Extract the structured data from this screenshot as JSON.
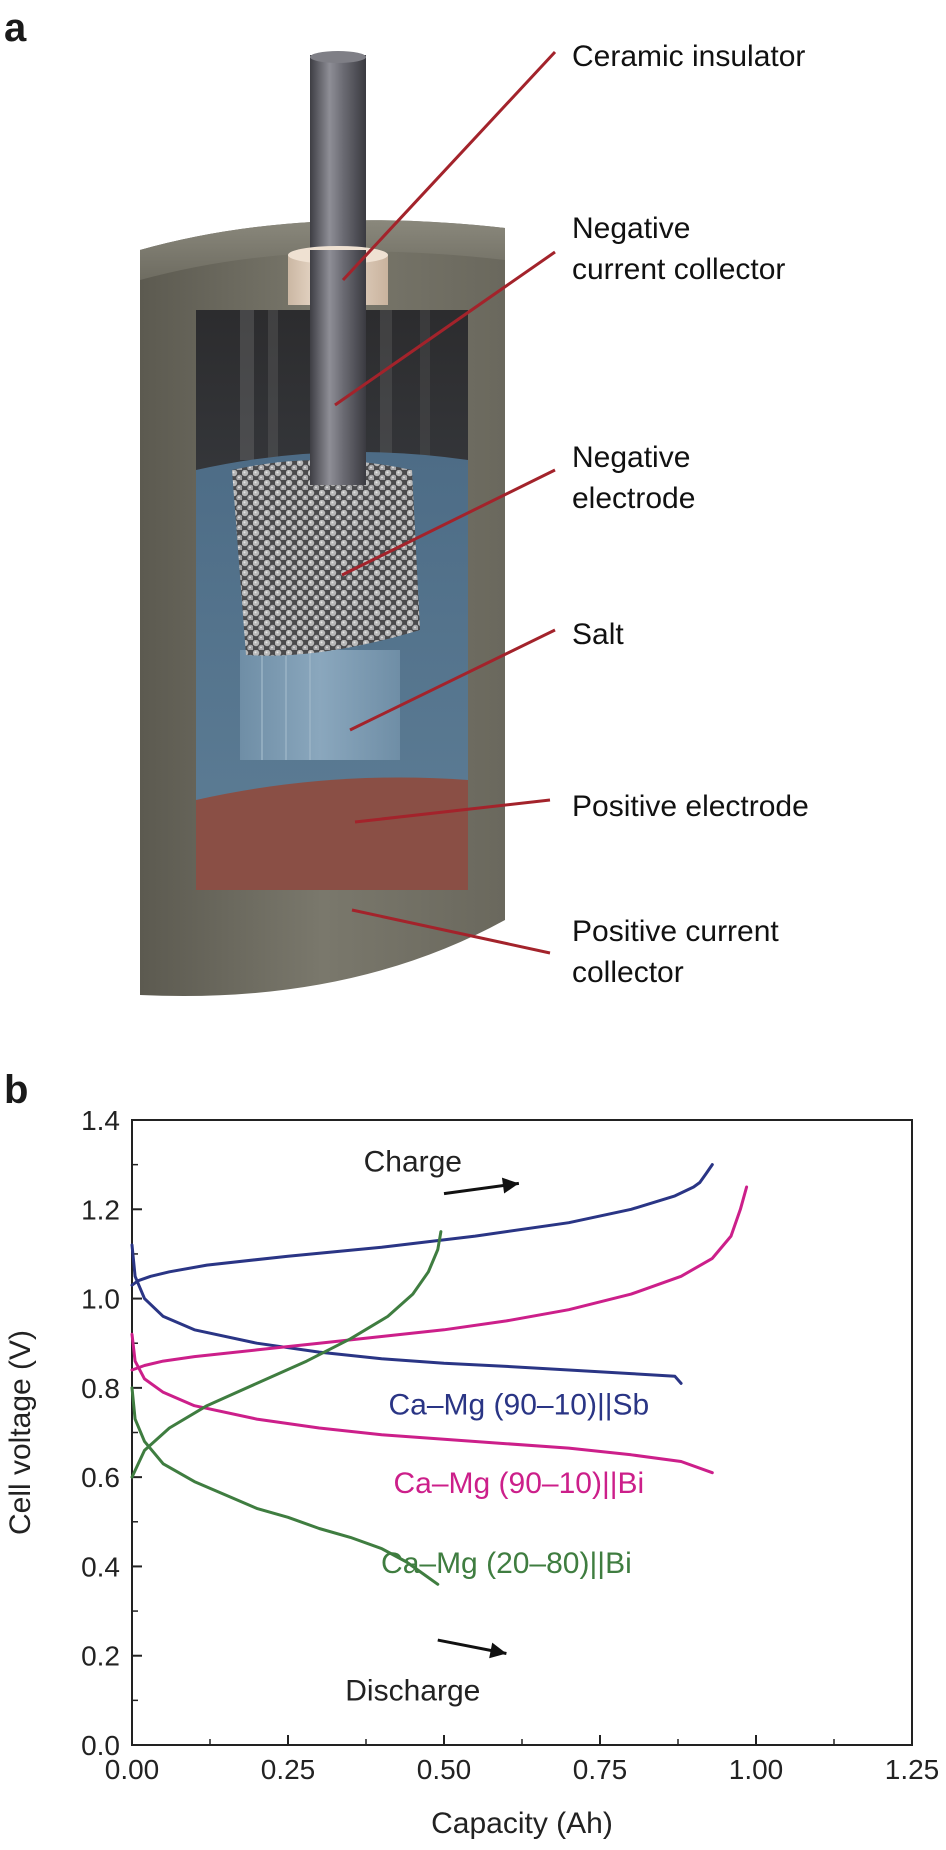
{
  "panel_a": {
    "letter": "a",
    "labels": [
      {
        "id": "ceramic-insulator",
        "lines": [
          "Ceramic insulator"
        ]
      },
      {
        "id": "negative-current-collector",
        "lines": [
          "Negative",
          "current collector"
        ]
      },
      {
        "id": "negative-electrode",
        "lines": [
          "Negative",
          "electrode"
        ]
      },
      {
        "id": "salt",
        "lines": [
          "Salt"
        ]
      },
      {
        "id": "positive-electrode",
        "lines": [
          "Positive electrode"
        ]
      },
      {
        "id": "positive-current-collector",
        "lines": [
          "Positive current",
          "collector"
        ]
      }
    ],
    "colors": {
      "leader": "#a3232b",
      "shell": "#6d6b60",
      "electrolyte": "#5b7c96",
      "positive": "#8a4f45",
      "rod": "#5a5a5f",
      "insulator": "#e6d4c2"
    }
  },
  "panel_b": {
    "letter": "b",
    "chart_data": {
      "type": "line",
      "xlabel": "Capacity (Ah)",
      "ylabel": "Cell voltage (V)",
      "xlim": [
        0,
        1.25
      ],
      "ylim": [
        0,
        1.4
      ],
      "xticks": [
        "0.00",
        "0.25",
        "0.50",
        "0.75",
        "1.00",
        "1.25"
      ],
      "yticks": [
        "0.0",
        "0.2",
        "0.4",
        "0.6",
        "0.8",
        "1.0",
        "1.2",
        "1.4"
      ],
      "grid": false,
      "series": [
        {
          "name": "Ca–Mg (90–10)||Sb",
          "color": "#2a3585",
          "mode": "charge",
          "x": [
            0,
            0.01,
            0.03,
            0.06,
            0.12,
            0.25,
            0.4,
            0.55,
            0.7,
            0.8,
            0.87,
            0.9,
            0.91,
            0.92,
            0.93
          ],
          "y": [
            1.03,
            1.04,
            1.05,
            1.06,
            1.075,
            1.095,
            1.115,
            1.14,
            1.17,
            1.2,
            1.23,
            1.25,
            1.26,
            1.28,
            1.3
          ]
        },
        {
          "name": "Ca–Mg (90–10)||Sb",
          "color": "#2a3585",
          "mode": "discharge",
          "x": [
            0,
            0.005,
            0.02,
            0.05,
            0.1,
            0.2,
            0.3,
            0.4,
            0.5,
            0.6,
            0.7,
            0.8,
            0.87,
            0.88
          ],
          "y": [
            1.12,
            1.05,
            1.0,
            0.96,
            0.93,
            0.9,
            0.88,
            0.865,
            0.855,
            0.848,
            0.84,
            0.832,
            0.826,
            0.81
          ]
        },
        {
          "name": "Ca–Mg (90–10)||Bi",
          "color": "#cc1f8a",
          "mode": "charge",
          "x": [
            0,
            0.02,
            0.05,
            0.1,
            0.2,
            0.3,
            0.4,
            0.5,
            0.6,
            0.7,
            0.8,
            0.88,
            0.93,
            0.96,
            0.975,
            0.985
          ],
          "y": [
            0.84,
            0.85,
            0.86,
            0.87,
            0.885,
            0.9,
            0.915,
            0.93,
            0.95,
            0.975,
            1.01,
            1.05,
            1.09,
            1.14,
            1.2,
            1.25
          ]
        },
        {
          "name": "Ca–Mg (90–10)||Bi",
          "color": "#cc1f8a",
          "mode": "discharge",
          "x": [
            0,
            0.005,
            0.02,
            0.05,
            0.1,
            0.2,
            0.3,
            0.4,
            0.5,
            0.6,
            0.7,
            0.8,
            0.88,
            0.93
          ],
          "y": [
            0.92,
            0.86,
            0.82,
            0.79,
            0.76,
            0.73,
            0.71,
            0.695,
            0.685,
            0.675,
            0.665,
            0.65,
            0.635,
            0.61
          ]
        },
        {
          "name": "Ca–Mg (20–80)||Bi",
          "color": "#3f7d40",
          "mode": "charge",
          "x": [
            0,
            0.02,
            0.06,
            0.12,
            0.2,
            0.28,
            0.35,
            0.41,
            0.45,
            0.475,
            0.49,
            0.495
          ],
          "y": [
            0.6,
            0.66,
            0.71,
            0.76,
            0.81,
            0.86,
            0.91,
            0.96,
            1.01,
            1.06,
            1.11,
            1.15
          ]
        },
        {
          "name": "Ca–Mg (20–80)||Bi",
          "color": "#3f7d40",
          "mode": "discharge",
          "x": [
            0,
            0.005,
            0.02,
            0.05,
            0.1,
            0.15,
            0.2,
            0.25,
            0.3,
            0.35,
            0.4,
            0.44,
            0.47,
            0.49
          ],
          "y": [
            0.8,
            0.73,
            0.68,
            0.63,
            0.59,
            0.56,
            0.53,
            0.51,
            0.485,
            0.465,
            0.44,
            0.41,
            0.38,
            0.36
          ]
        }
      ],
      "annotations": [
        {
          "text": "Charge",
          "x": 0.45,
          "y": 1.285
        },
        {
          "text": "Discharge",
          "x": 0.45,
          "y": 0.1
        },
        {
          "text": "Ca–Mg (90–10)||Sb",
          "x": 0.62,
          "y": 0.74,
          "color": "#2a3585"
        },
        {
          "text": "Ca–Mg (90–10)||Bi",
          "x": 0.62,
          "y": 0.565,
          "color": "#cc1f8a"
        },
        {
          "text": "Ca–Mg (20–80)||Bi",
          "x": 0.6,
          "y": 0.385,
          "color": "#3f7d40"
        }
      ]
    }
  }
}
